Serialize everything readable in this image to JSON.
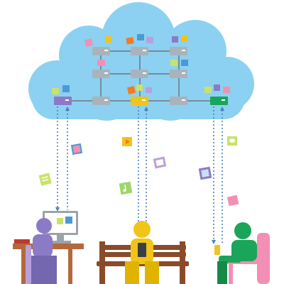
{
  "scene": {
    "subject": "cloud-computing-network",
    "people": [
      "desktop-user",
      "bench-tablet-user",
      "armchair-phone-user"
    ]
  },
  "colors": {
    "background": "#ffffff",
    "cloud": "#8cd1f1",
    "server": "#a9b3bb",
    "server_dark": "#8a949c",
    "network_line": "#6b7680",
    "data_link": "#4a7fc1",
    "purple_person": "#8b7bc6",
    "yellow_person": "#f0c419",
    "green_person": "#1aa55a",
    "pink_chair": "#f38fb4",
    "bench": "#8a4b2b",
    "desk": "#b26a3d"
  },
  "icons": [
    "photo-icon",
    "mail-icon",
    "video-icon",
    "chat-icon",
    "music-icon",
    "document-icon",
    "contacts-icon",
    "folder-icon"
  ]
}
